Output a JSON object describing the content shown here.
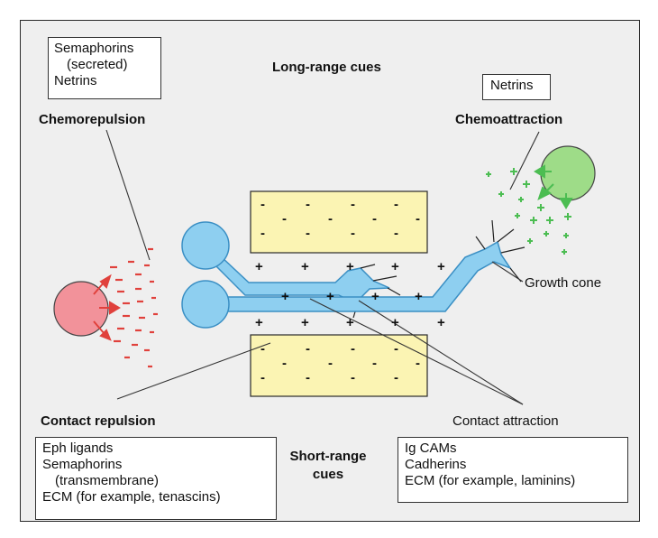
{
  "long_range_title": "Long-range cues",
  "short_range_title": [
    "Short-range",
    "cues"
  ],
  "chemorepulsion": {
    "heading": "Chemorepulsion",
    "box_lines": [
      "Semaphorins",
      "(secreted)",
      "Netrins"
    ]
  },
  "chemoattraction": {
    "heading": "Chemoattraction",
    "box_lines": [
      "Netrins"
    ]
  },
  "contact_repulsion": {
    "heading": "Contact repulsion",
    "box_lines": [
      "Eph ligands",
      "Semaphorins",
      "(transmembrane)",
      "ECM (for example, tenascins)"
    ]
  },
  "contact_attraction": {
    "heading": "Contact attraction",
    "box_lines": [
      "Ig CAMs",
      "Cadherins",
      "ECM (for example, laminins)"
    ]
  },
  "growth_cone_label": "Growth cone",
  "minus_sign": "-",
  "plus_sign": "+",
  "colors": {
    "neuron_fill": "#8ecff0",
    "neuron_stroke": "#3a8fc4",
    "repellent_cell": "#f2929a",
    "repellent_cue": "#e0413c",
    "attractant_cell": "#9edc88",
    "attractant_cue": "#4cbd52",
    "barrier_fill": "#fbf4b3",
    "panel_bg": "#efefef"
  }
}
